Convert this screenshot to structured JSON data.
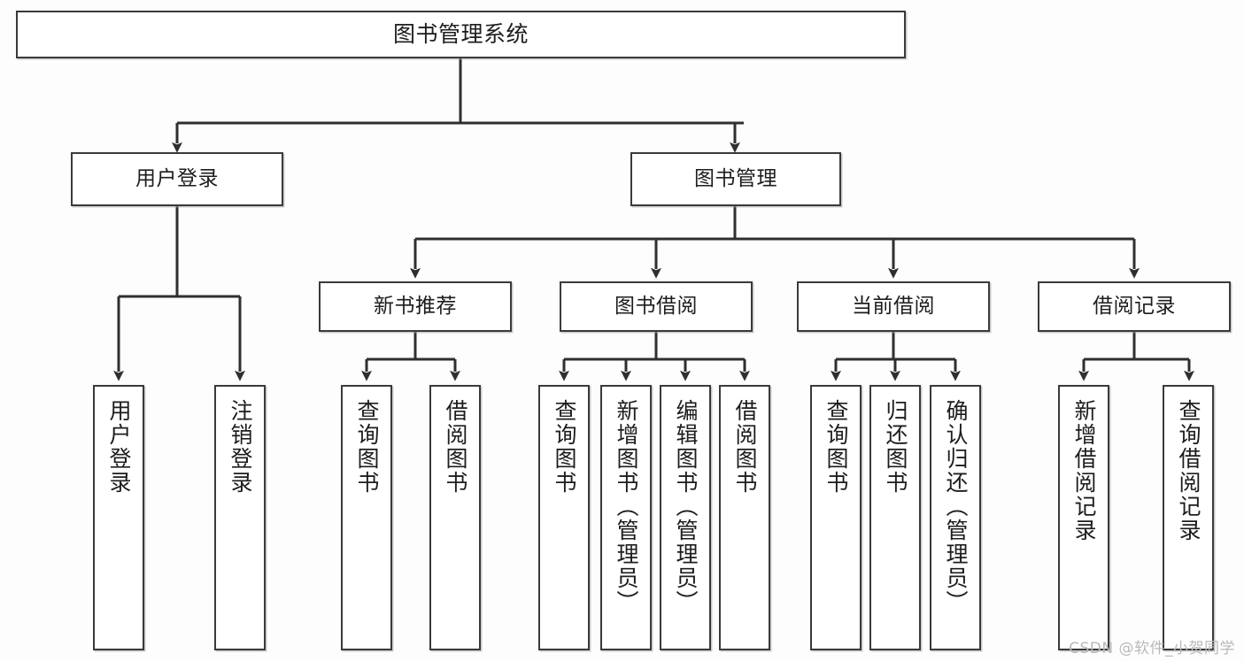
{
  "diagram": {
    "title": "图书管理系统",
    "type": "tree",
    "watermark": "CSDN @软件_小贺同学",
    "colors": {
      "border": "#3a3a3a",
      "fill": "#ffffff",
      "text": "#1d1d1d",
      "watermark": "#b9b9b9",
      "background": "#fdfdfd"
    }
  },
  "nodes": {
    "root": {
      "label": "图书管理系统"
    },
    "level2": [
      {
        "label": "用户登录"
      },
      {
        "label": "图书管理"
      }
    ],
    "level3": [
      {
        "label": "新书推荐"
      },
      {
        "label": "图书借阅"
      },
      {
        "label": "当前借阅"
      },
      {
        "label": "借阅记录"
      }
    ],
    "leaves": {
      "user_login": [
        {
          "label": "用户登录"
        },
        {
          "label": "注销登录"
        }
      ],
      "new_book_recommend": [
        {
          "label": "查询图书"
        },
        {
          "label": "借阅图书"
        }
      ],
      "book_borrow": [
        {
          "label": "查询图书"
        },
        {
          "label": "新增图书（管理员）"
        },
        {
          "label": "编辑图书（管理员）"
        },
        {
          "label": "借阅图书"
        }
      ],
      "current_borrow": [
        {
          "label": "查询图书"
        },
        {
          "label": "归还图书"
        },
        {
          "label": "确认归还（管理员）"
        }
      ],
      "borrow_record": [
        {
          "label": "新增借阅记录"
        },
        {
          "label": "查询借阅记录"
        }
      ]
    }
  }
}
